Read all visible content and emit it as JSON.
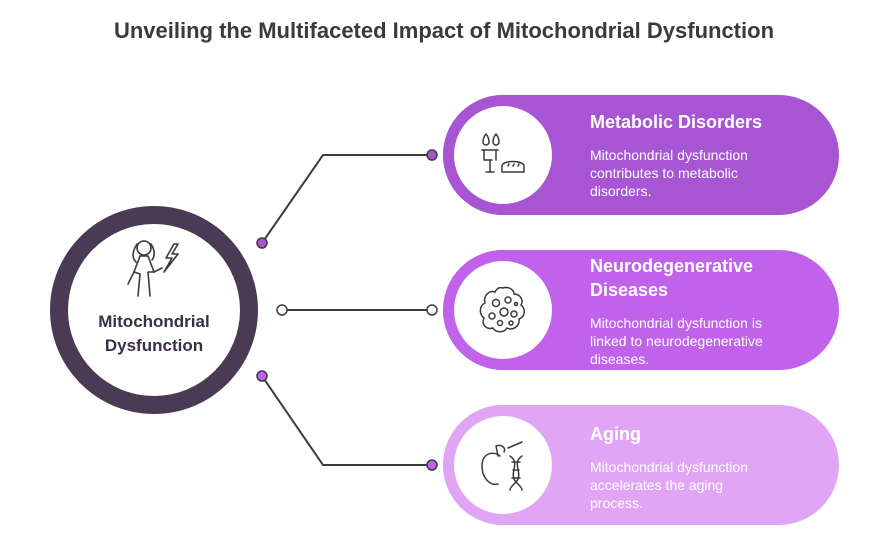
{
  "title": "Unveiling the Multifaceted Impact of Mitochondrial Dysfunction",
  "center": {
    "line1": "Mitochondrial",
    "line2": "Dysfunction",
    "icon": "person-lightning-icon"
  },
  "cards": [
    {
      "title": "Metabolic Disorders",
      "desc": [
        "Mitochondrial dysfunction",
        "contributes to metabolic",
        "disorders."
      ],
      "icon": "food-icon",
      "color": "#a855d4"
    },
    {
      "title": [
        "Neurodegenerative",
        "Diseases"
      ],
      "desc": [
        "Mitochondrial dysfunction is",
        "linked to neurodegenerative",
        "diseases."
      ],
      "icon": "brain-cells-icon",
      "color": "#c062ea"
    },
    {
      "title": "Aging",
      "desc": [
        "Mitochondrial dysfunction",
        "accelerates the aging",
        "process."
      ],
      "icon": "apple-dna-icon",
      "color": "#e0a6f5"
    }
  ],
  "colors": {
    "center_ring": "#4a3a54",
    "connector": "#3d3d3d"
  }
}
